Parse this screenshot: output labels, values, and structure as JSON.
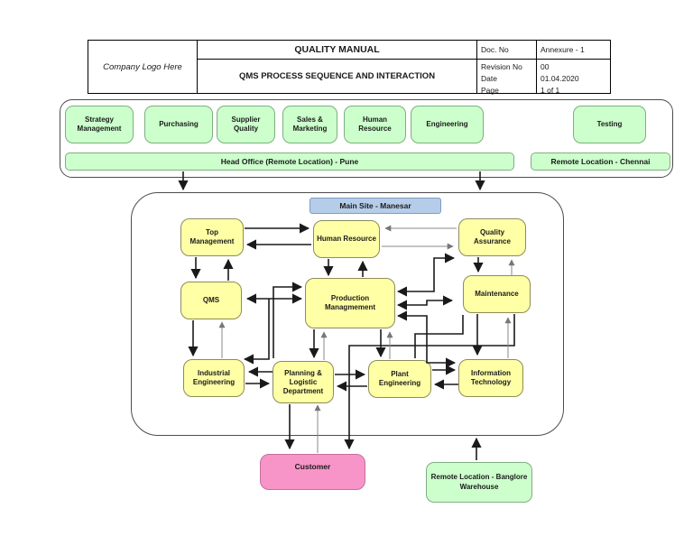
{
  "header": {
    "logo": "Company Logo Here",
    "title": "QUALITY MANUAL",
    "subtitle": "QMS PROCESS SEQUENCE AND INTERACTION",
    "meta": {
      "doc_no_label": "Doc. No",
      "doc_no_value": "Annexure - 1",
      "revision_label": "Revision No",
      "revision_value": "00",
      "date_label": "Date",
      "date_value": "01.04.2020",
      "page_label": "Page",
      "page_value": "1 of 1"
    }
  },
  "head_office": {
    "departments": [
      "Strategy Management",
      "Purchasing",
      "Supplier Quality",
      "Sales & Marketing",
      "Human Resource",
      "Engineering",
      "Testing"
    ],
    "location_bar": "Head Office (Remote Location) - Pune",
    "remote_bar": "Remote Location - Chennai"
  },
  "main_site": {
    "label": "Main Site - Manesar",
    "nodes": {
      "top_management": "Top Management",
      "human_resource": "Human Resource",
      "quality_assurance": "Quality Assurance",
      "qms": "QMS",
      "production": "Production Managmement",
      "maintenance": "Maintenance",
      "industrial_engineering": "Industrial Engineering",
      "planning": "Planning & Logistic Department",
      "plant_engineering": "Plant Engineering",
      "information_technology": "Information Technology"
    }
  },
  "external": {
    "customer": "Customer",
    "warehouse": "Remote Location - Banglore Warehouse"
  },
  "colors": {
    "green": "#ccffcc",
    "yellow": "#ffffa6",
    "blue": "#b5cde9",
    "pink": "#f795c8",
    "line": "#1a1a1a",
    "thin": "#8a8a8a"
  }
}
